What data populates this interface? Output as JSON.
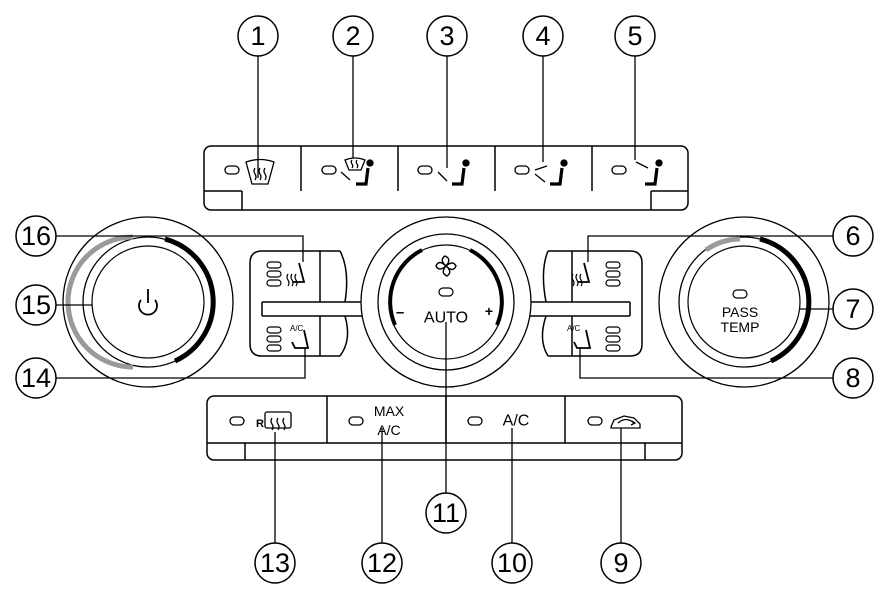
{
  "callouts": [
    "1",
    "2",
    "3",
    "4",
    "5",
    "6",
    "7",
    "8",
    "9",
    "10",
    "11",
    "12",
    "13",
    "14",
    "15",
    "16"
  ],
  "labels": {
    "auto": "AUTO",
    "minus": "–",
    "plus": "+",
    "pass": "PASS",
    "temp": "TEMP",
    "max": "MAX",
    "max_ac": "A/C",
    "ac": "A/C",
    "rear_r": "R",
    "seat_ac_left": "A/C",
    "seat_ac_right": "A/C"
  },
  "icons": {
    "top_buttons": [
      "windscreen-defrost-icon",
      "windscreen-and-feet-icon",
      "face-vent-icon",
      "face-and-feet-icon",
      "feet-icon"
    ],
    "bottom_buttons": [
      "rear-window-heater-icon",
      "max-ac-button",
      "ac-button",
      "air-recirculation-icon"
    ],
    "left_knob": "power-icon",
    "center_knob": "fan-icon"
  }
}
